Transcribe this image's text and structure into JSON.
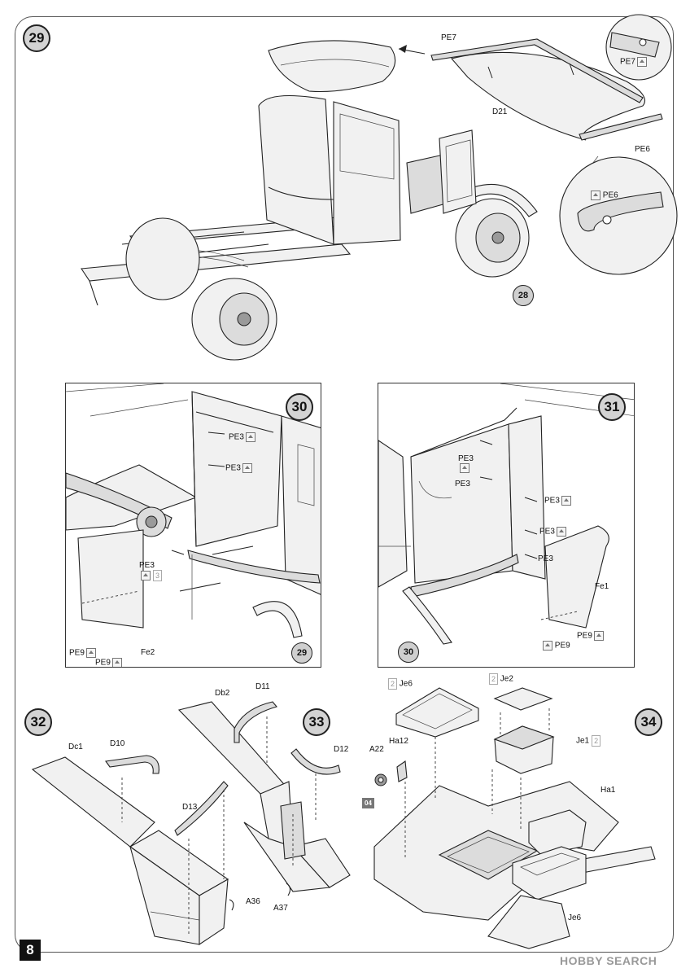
{
  "page": {
    "number": "8",
    "watermark": "HOBBY SEARCH"
  },
  "step29": {
    "step": "29",
    "ref": "28",
    "labels": {
      "pe7_top": "PE7",
      "pe7_detail": "PE7",
      "d21": "D21",
      "pe6": "PE6",
      "pe6_detail": "PE6"
    }
  },
  "step30": {
    "step": "30",
    "ref": "29",
    "labels": {
      "pe3_a": "PE3",
      "pe3_b": "PE3",
      "pe3_c": "PE3",
      "pe3_qty": "3",
      "pe9_a": "PE9",
      "pe9_b": "PE9",
      "fe2": "Fe2"
    }
  },
  "step31": {
    "step": "31",
    "ref": "30",
    "labels": {
      "pe3_a": "PE3",
      "pe3_b": "PE3",
      "pe3_c": "PE3",
      "pe3_d": "PE3",
      "pe3_e": "PE3",
      "fe1": "Fe1",
      "pe9_a": "PE9",
      "pe9_b": "PE9"
    }
  },
  "step32": {
    "step": "32",
    "labels": {
      "dc1": "Dc1",
      "d10": "D10",
      "d13": "D13",
      "a36": "A36"
    }
  },
  "step33": {
    "step": "33",
    "labels": {
      "db2": "Db2",
      "d11": "D11",
      "d12": "D12",
      "a37": "A37"
    }
  },
  "step34": {
    "step": "34",
    "paint": "04",
    "labels": {
      "je6_top": "Je6",
      "je6_top_qty": "2",
      "je2": "Je2",
      "je2_qty": "2",
      "je1": "Je1",
      "je1_qty": "2",
      "a22": "A22",
      "ha12": "Ha12",
      "ha1": "Ha1",
      "je6_bottom": "Je6"
    }
  }
}
